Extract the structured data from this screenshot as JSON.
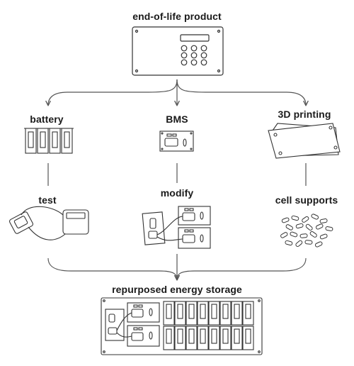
{
  "diagram": {
    "title": "end-of-life product",
    "branches": {
      "battery": "battery",
      "bms": "BMS",
      "printing": "3D printing"
    },
    "steps": {
      "test": "test",
      "modify": "modify",
      "cell_supports": "cell supports"
    },
    "result": "repurposed energy storage"
  }
}
